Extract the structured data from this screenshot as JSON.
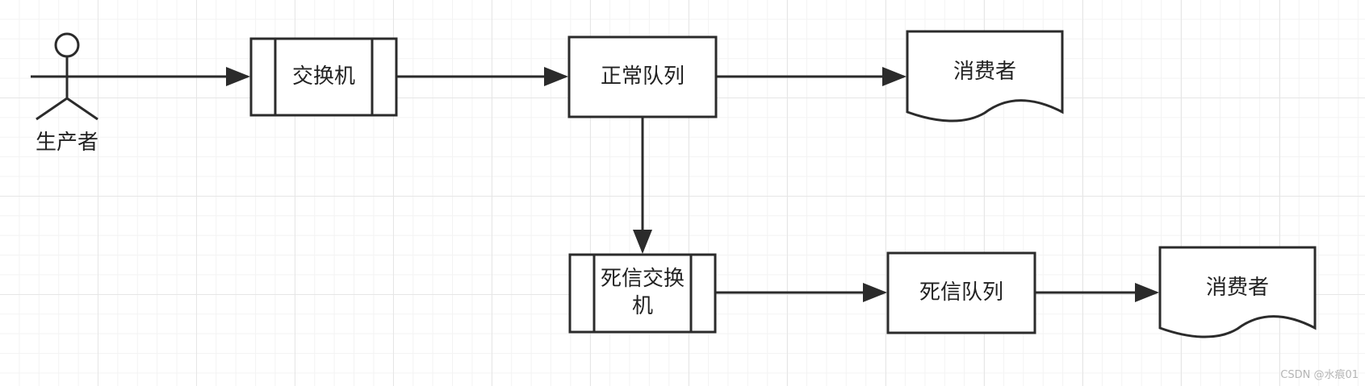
{
  "nodes": {
    "producer": "生产者",
    "exchange": "交换机",
    "normal_queue": "正常队列",
    "consumer_1": "消费者",
    "dead_letter_exchange": "死信交换机",
    "dead_letter_queue": "死信队列",
    "consumer_2": "消费者"
  },
  "edges": [
    {
      "from": "producer",
      "to": "exchange"
    },
    {
      "from": "exchange",
      "to": "normal_queue"
    },
    {
      "from": "normal_queue",
      "to": "consumer_1"
    },
    {
      "from": "normal_queue",
      "to": "dead_letter_exchange"
    },
    {
      "from": "dead_letter_exchange",
      "to": "dead_letter_queue"
    },
    {
      "from": "dead_letter_queue",
      "to": "consumer_2"
    }
  ],
  "watermark": "CSDN @水痕01",
  "colors": {
    "stroke": "#2b2b2b",
    "background": "#ffffff",
    "grid": "#e6e6e6"
  }
}
